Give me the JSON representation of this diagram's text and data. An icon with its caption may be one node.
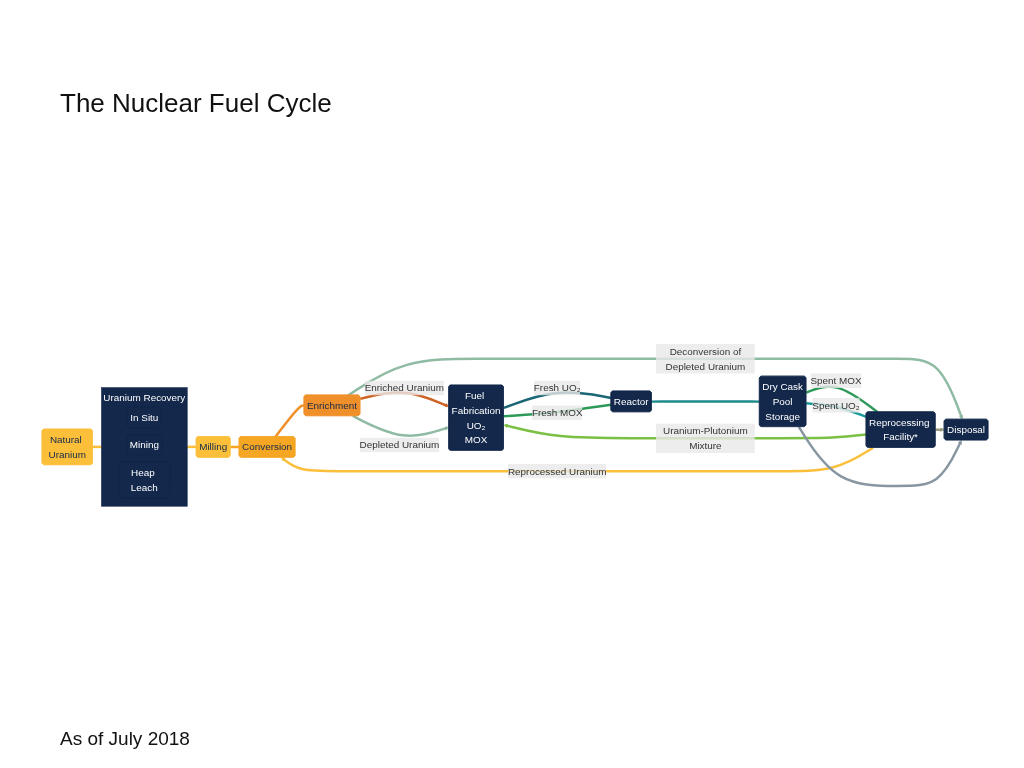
{
  "diagram": {
    "title": "The Nuclear Fuel Cycle",
    "caption": "As of July 2018",
    "nodes": [
      {
        "text": [
          "Natural Uranium"
        ]
      },
      {
        "text": [
          "Uranium Recovery"
        ]
      },
      {
        "text": [
          "In Situ"
        ],
        "in": 1
      },
      {
        "text": [
          "Mining"
        ],
        "in": 1
      },
      {
        "text": [
          "Heap Leach"
        ],
        "in": 1
      },
      {
        "text": [
          "Milling"
        ]
      },
      {
        "text": [
          "Conversion"
        ]
      },
      {
        "text": [
          "Enrichment"
        ]
      },
      {
        "text": [
          "Fuel Fabrication",
          "UO₂",
          "MOX"
        ]
      },
      {
        "text": [
          "Reactor"
        ]
      },
      {
        "text": [
          "Dry Cask",
          "Pool",
          "Storage"
        ]
      },
      {
        "text": [
          "Reprocessing Facility*"
        ]
      },
      {
        "text": [
          "Disposal"
        ]
      }
    ],
    "edges": [
      {
        "from": 0,
        "to": 1,
        "arrow": "none",
        "color": "#fbbf3a"
      },
      {
        "from": 1,
        "to": 5,
        "arrow": "none",
        "color": "#fbbf3a"
      },
      {
        "from": 5,
        "to": 6,
        "arrow": "none",
        "color": "#f5a623"
      },
      {
        "from": 6,
        "to": 7,
        "arrow": "none",
        "color": "#f0902a"
      },
      {
        "from": 7,
        "to": 8,
        "label": "Enriched Uranium",
        "arrow": "to",
        "color": "#cf6325"
      },
      {
        "from": 7,
        "to": 8,
        "label": "Depleted Uranium",
        "arrow": "to",
        "color": "#8fbba3"
      },
      {
        "from": 7,
        "to": 12,
        "label": "Deconversion of Depleted Uranium",
        "arrow": "to",
        "color": "#8fbba3"
      },
      {
        "from": 11,
        "to": 8,
        "label": "Uranium-Plutonium Mixture",
        "arrow": "to",
        "color": "#7ac143"
      },
      {
        "from": 11,
        "to": 6,
        "label": "Reprocessed Uranium",
        "arrow": "to",
        "color": "#fbbf3a"
      },
      {
        "from": 11,
        "to": 12,
        "arrow": "to",
        "color": "#9a9a80"
      },
      {
        "from": 8,
        "to": 9,
        "label": "Fresh UO₂",
        "arrow": "none",
        "color": "#1b6674"
      },
      {
        "from": 8,
        "to": 9,
        "label": "Fresh MOX",
        "arrow": "none",
        "color": "#2e9a5a"
      },
      {
        "from": 9,
        "to": 10,
        "arrow": "none",
        "color": "#1b8a8a"
      },
      {
        "from": 10,
        "to": 11,
        "label": "Spent MOX",
        "arrow": "none",
        "color": "#2e9a5a"
      },
      {
        "from": 10,
        "to": 11,
        "label": "Spent UO₂",
        "arrow": "none",
        "color": "#1b9a9a"
      },
      {
        "from": 10,
        "to": 12,
        "arrow": "to",
        "color": "#8796a0"
      }
    ]
  }
}
